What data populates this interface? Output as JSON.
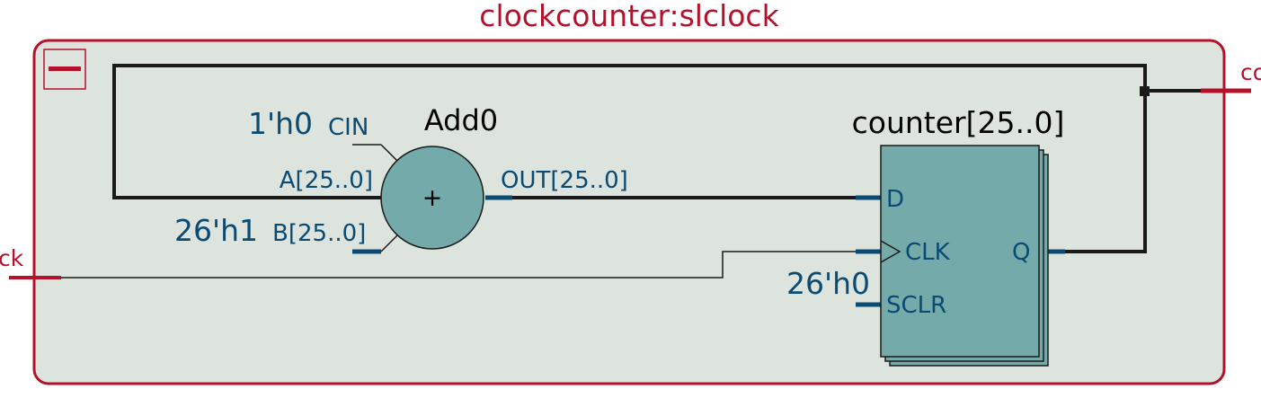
{
  "module": {
    "title": "clockcounter:slclock",
    "collapse_icon": "minus-icon"
  },
  "ports": {
    "input_label": "ck",
    "output_label": "co"
  },
  "adder": {
    "name": "Add0",
    "symbol": "+",
    "cin_const": "1'h0",
    "cin_label": "CIN",
    "a_label": "A[25..0]",
    "b_const": "26'h1",
    "b_label": "B[25..0]",
    "out_label": "OUT[25..0]"
  },
  "register": {
    "name": "counter[25..0]",
    "d_label": "D",
    "clk_label": "CLK",
    "sclr_const": "26'h0",
    "sclr_label": "SCLR",
    "q_label": "Q"
  },
  "colors": {
    "frame": "#b4122b",
    "background": "#dde4dd",
    "block_fill": "#74aaaa",
    "label": "#0b4a73",
    "wire": "#1a1a1a"
  }
}
